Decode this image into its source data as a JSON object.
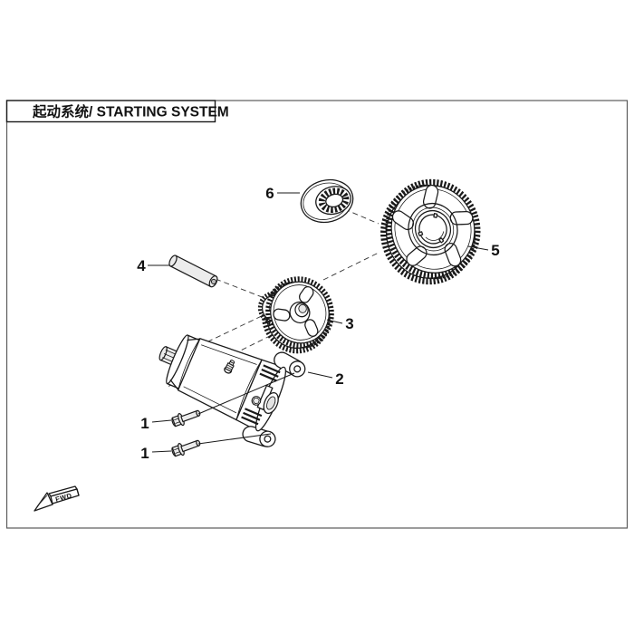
{
  "title": "起动系统/ STARTING SYSTEM",
  "fwd_label": "FWD",
  "colors": {
    "background": "#ffffff",
    "line": "#1a1a1a",
    "frame_border": "#5a5a5a",
    "metal_fill": "#ececec"
  },
  "callouts": {
    "bolt_upper": "1",
    "bolt_lower": "1",
    "starter_motor": "2",
    "idler_gear": "3",
    "gear_shaft": "4",
    "driven_gear": "5",
    "bearing": "6"
  }
}
